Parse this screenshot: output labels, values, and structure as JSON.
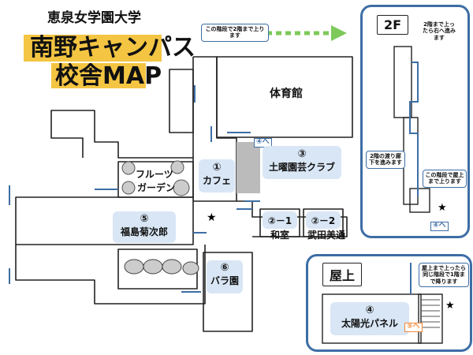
{
  "title": {
    "university": "恵泉女学園大学",
    "campus": "南野キャンパス",
    "map": "校舎MAP"
  },
  "notes": {
    "stairs_to_2f": "この階段で2階まで上ります",
    "floor2_up_right": "2階まで上ったら右へ進みます",
    "floor2_corridor": "2階の渡り廊下を進みます",
    "floor2_to_roof": "この階段で屋上まで上ります",
    "roof_return": "屋上まで上ったら同じ階段で1階まで降ります"
  },
  "places": {
    "gym": "体育館",
    "fruit_garden": "フルーツガーデン",
    "fruit_line1": "フルーツ",
    "fruit_line2": "ガーデン",
    "cafe_num": "①",
    "cafe": "カフェ",
    "club_num": "③",
    "club": "土曜園芸クラブ",
    "fukushima_num": "⑤",
    "fukushima": "福島菊次郎",
    "rose_num": "⑥",
    "rose": "バラ園",
    "washitsu_num": "②－1",
    "washitsu": "和室",
    "takeda_num": "②－2",
    "takeda": "武田美通",
    "solar_num": "④",
    "solar": "太陽光パネル"
  },
  "markers": {
    "to4_main": "④へ",
    "to4_2f": "④へ",
    "to5_roof": "⑤へ"
  },
  "panels": {
    "floor2": "2F",
    "roof": "屋上"
  },
  "colors": {
    "accent_blue": "#3d6ea5",
    "tag_bg": "#d9e6f5",
    "highlight": "#f4c542",
    "green_arrow": "#7dc95a",
    "orange": "#f08a3c"
  }
}
